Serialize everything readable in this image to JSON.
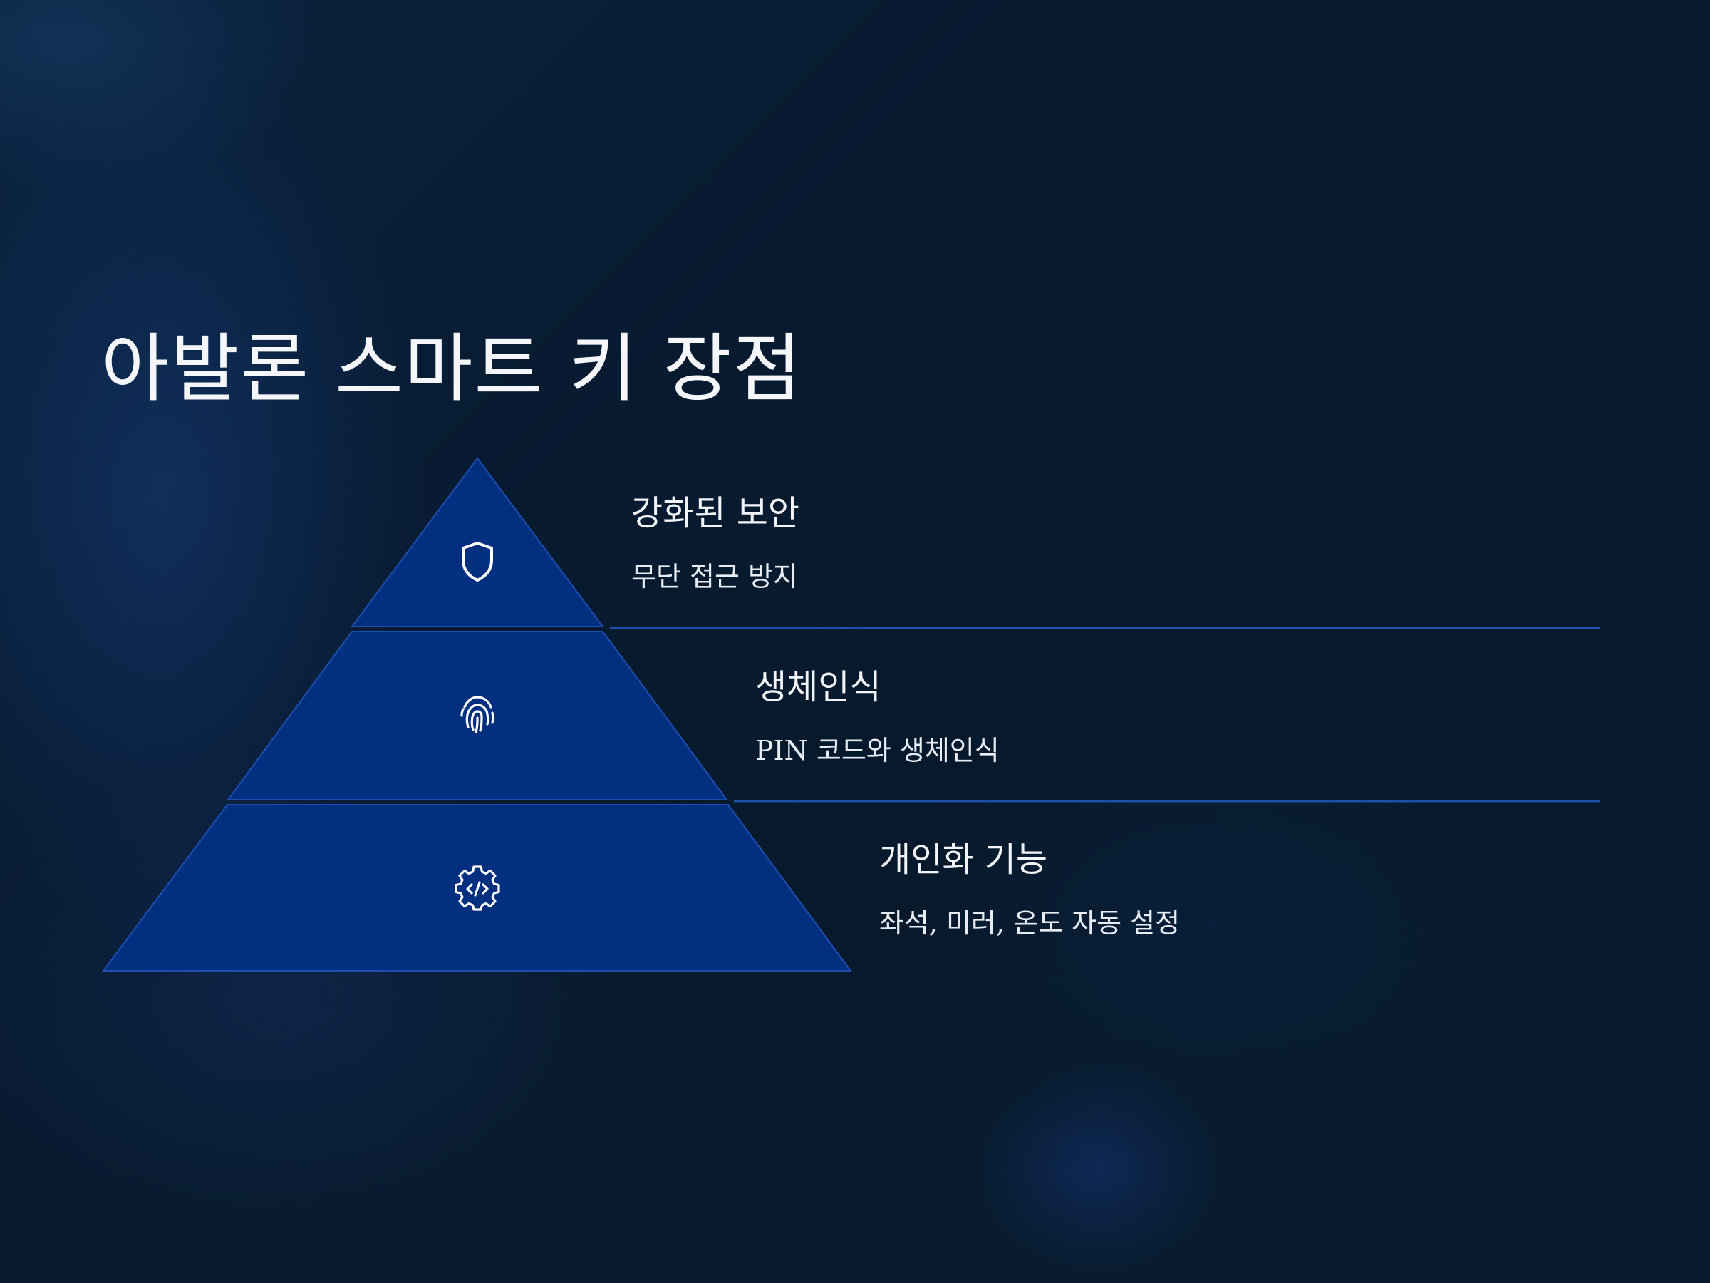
{
  "slide": {
    "title": "아발론 스마트 키 장점"
  },
  "tiers": [
    {
      "icon": "shield-icon",
      "title": "강화된 보안",
      "description": "무단 접근 방지"
    },
    {
      "icon": "fingerprint-icon",
      "title": "생체인식",
      "description": "PIN 코드와 생체인식"
    },
    {
      "icon": "code-gear-icon",
      "title": "개인화 기능",
      "description": "좌석, 미러, 온도 자동 설정"
    }
  ],
  "colors": {
    "tier_fill": "#022f80",
    "tier_stroke": "#1d4fb0",
    "divider": "#1e4fa8",
    "background": "#07192b"
  }
}
